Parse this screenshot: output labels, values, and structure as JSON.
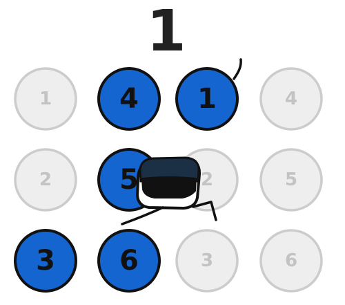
{
  "score": "1",
  "colors": {
    "active_fill": "#1565d0",
    "active_stroke": "#111111",
    "inactive_fill": "#eeeeee",
    "inactive_stroke": "#cccccc",
    "active_text": "#111111",
    "inactive_text": "#c3c3c3",
    "character_skin": "#ffffff",
    "character_band": "#111111",
    "character_cap": "#1b2f45"
  },
  "grid": {
    "columns": [
      {
        "name": "left-column-1",
        "circles": [
          {
            "label": "1",
            "state": "inactive"
          },
          {
            "label": "2",
            "state": "inactive"
          },
          {
            "label": "3",
            "state": "active"
          }
        ]
      },
      {
        "name": "left-column-2",
        "circles": [
          {
            "label": "4",
            "state": "active"
          },
          {
            "label": "5",
            "state": "active"
          },
          {
            "label": "6",
            "state": "active"
          }
        ]
      },
      {
        "name": "right-column-1",
        "circles": [
          {
            "label": "1",
            "state": "active"
          },
          {
            "label": "2",
            "state": "inactive"
          },
          {
            "label": "3",
            "state": "inactive"
          }
        ]
      },
      {
        "name": "right-column-2",
        "circles": [
          {
            "label": "4",
            "state": "inactive"
          },
          {
            "label": "5",
            "state": "inactive"
          },
          {
            "label": "6",
            "state": "inactive"
          }
        ]
      }
    ]
  },
  "character": {
    "icon": "masked-character-icon"
  }
}
